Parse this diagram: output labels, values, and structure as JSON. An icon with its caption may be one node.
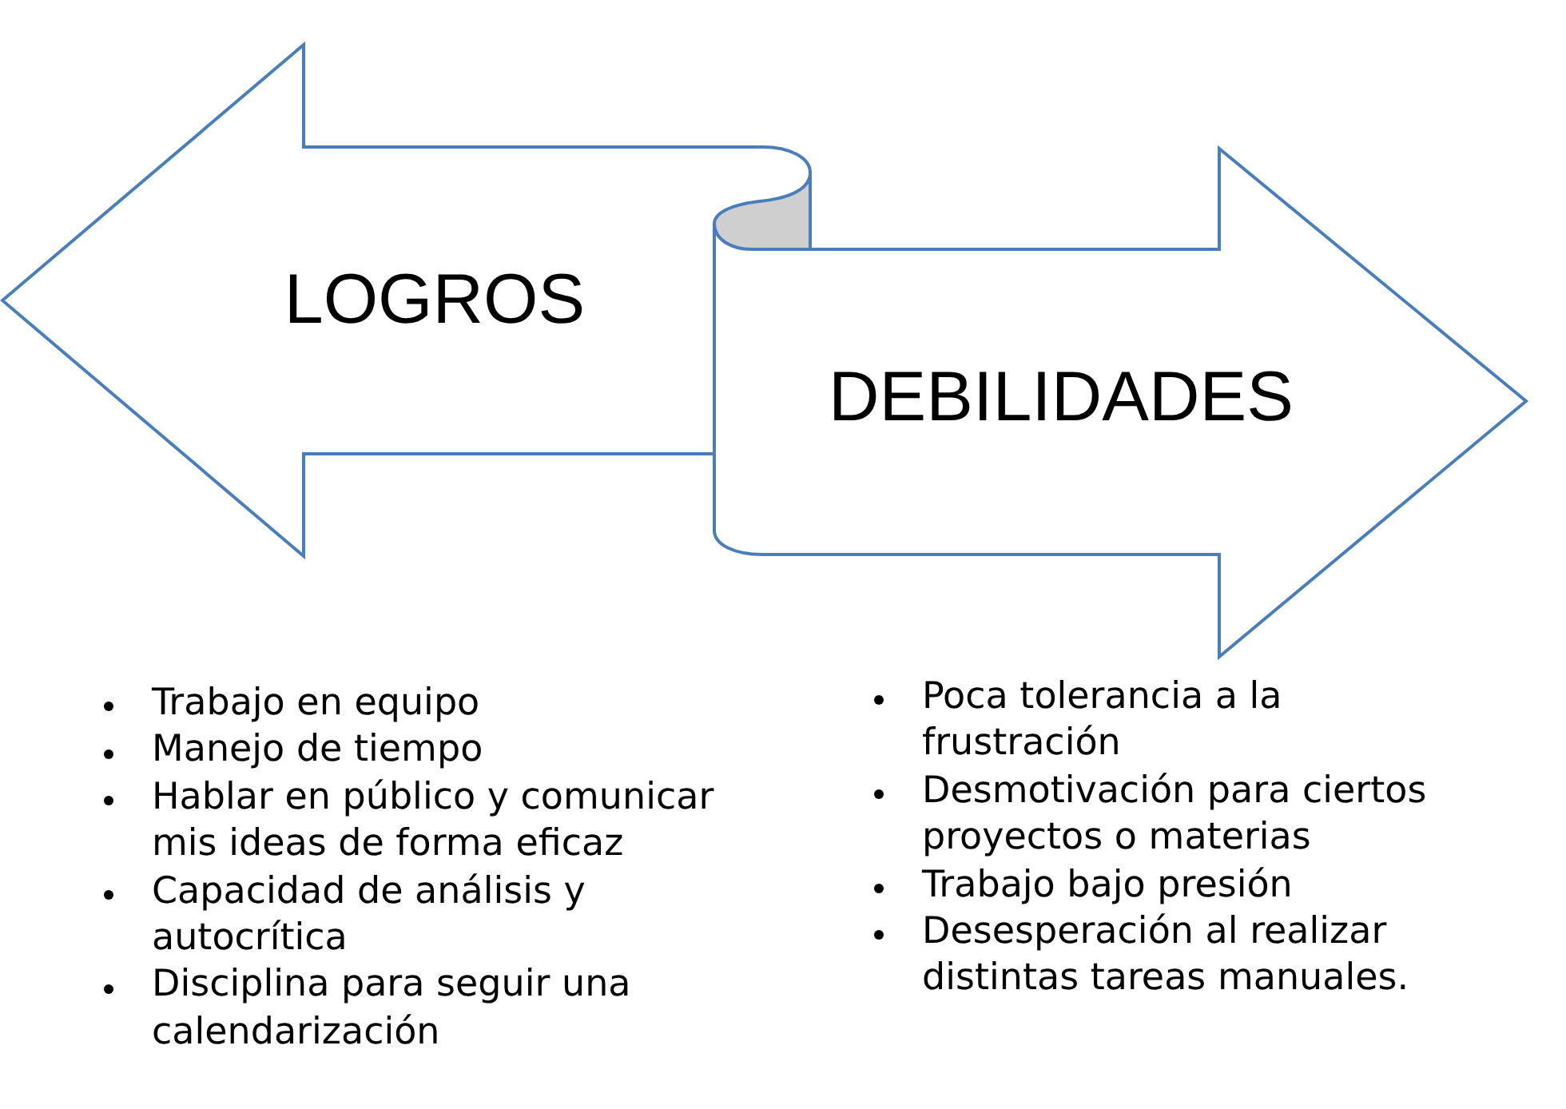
{
  "diagram": {
    "nodes": [
      {
        "text": [
          "LOGROS"
        ],
        "beside": [
          "Trabajo en equipo",
          "Manejo de tiempo",
          "Hablar en público y comunicar mis ideas de forma eficaz",
          "Capacidad de análisis y autocrítica",
          "Disciplina para seguir una calendarización"
        ]
      },
      {
        "text": [
          "DEBILIDADES"
        ],
        "beside": [
          "Poca tolerancia a la frustración",
          "Desmotivación para ciertos proyectos o materias",
          "Trabajo bajo presión",
          "Desesperación al realizar distintas tareas manuales."
        ]
      }
    ]
  }
}
